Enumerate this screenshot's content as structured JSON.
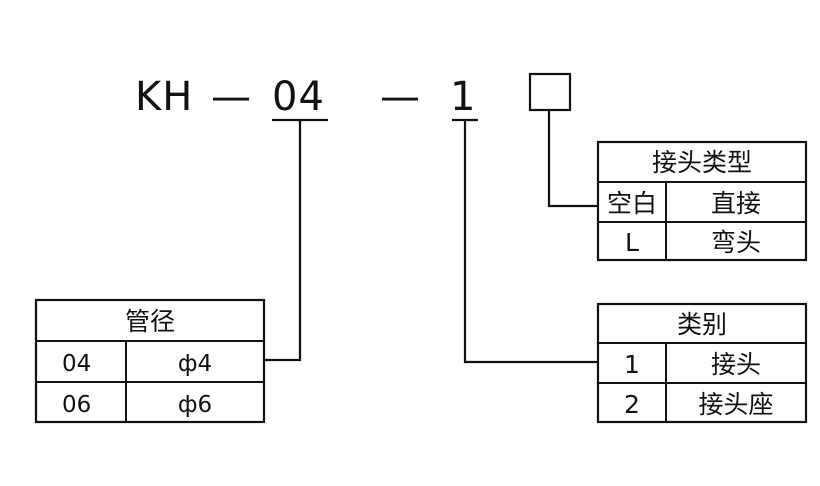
{
  "code": {
    "prefix": "KH",
    "dash": "—",
    "size": "04",
    "category": "1"
  },
  "pipe_table": {
    "header": "管径",
    "rows": [
      {
        "code": "04",
        "value": "ф4"
      },
      {
        "code": "06",
        "value": "ф6"
      }
    ]
  },
  "joint_type_table": {
    "header": "接头类型",
    "rows": [
      {
        "code": "空白",
        "value": "直接"
      },
      {
        "code": "L",
        "value": "弯头"
      }
    ]
  },
  "category_table": {
    "header": "类别",
    "rows": [
      {
        "code": "1",
        "value": "接头"
      },
      {
        "code": "2",
        "value": "接头座"
      }
    ]
  }
}
